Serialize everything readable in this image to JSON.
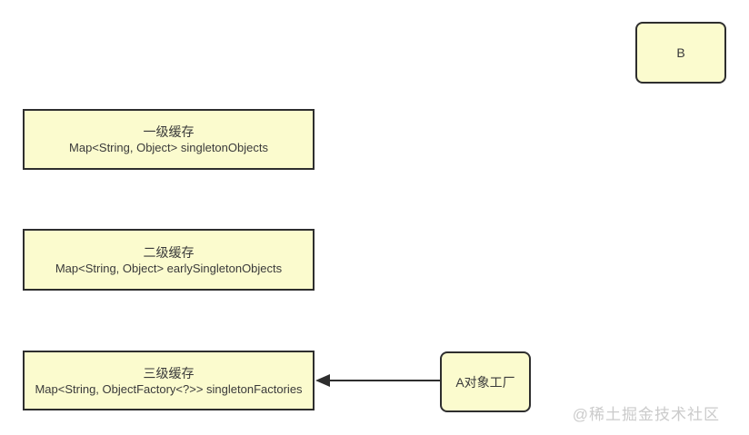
{
  "diagram": {
    "nodes": {
      "cache_levels": [
        {
          "title": "一级缓存",
          "code": "Map<String, Object> singletonObjects"
        },
        {
          "title": "二级缓存",
          "code": "Map<String, Object> earlySingletonObjects"
        },
        {
          "title": "三级缓存",
          "code": "Map<String, ObjectFactory<?>> singletonFactories"
        }
      ],
      "factory": {
        "label": "A对象工厂"
      },
      "b": {
        "label": "B"
      }
    },
    "arrow": {
      "from": "A对象工厂",
      "to": "三级缓存",
      "direction": "left"
    },
    "watermark": "@稀土掘金技术社区",
    "colors": {
      "background": "#ffffff",
      "node_fill": "#fbfbce",
      "node_border": "#2e2e2e",
      "text": "#3a3a3a",
      "arrow": "#2e2e2e",
      "watermark": "#cbcbcb"
    }
  }
}
